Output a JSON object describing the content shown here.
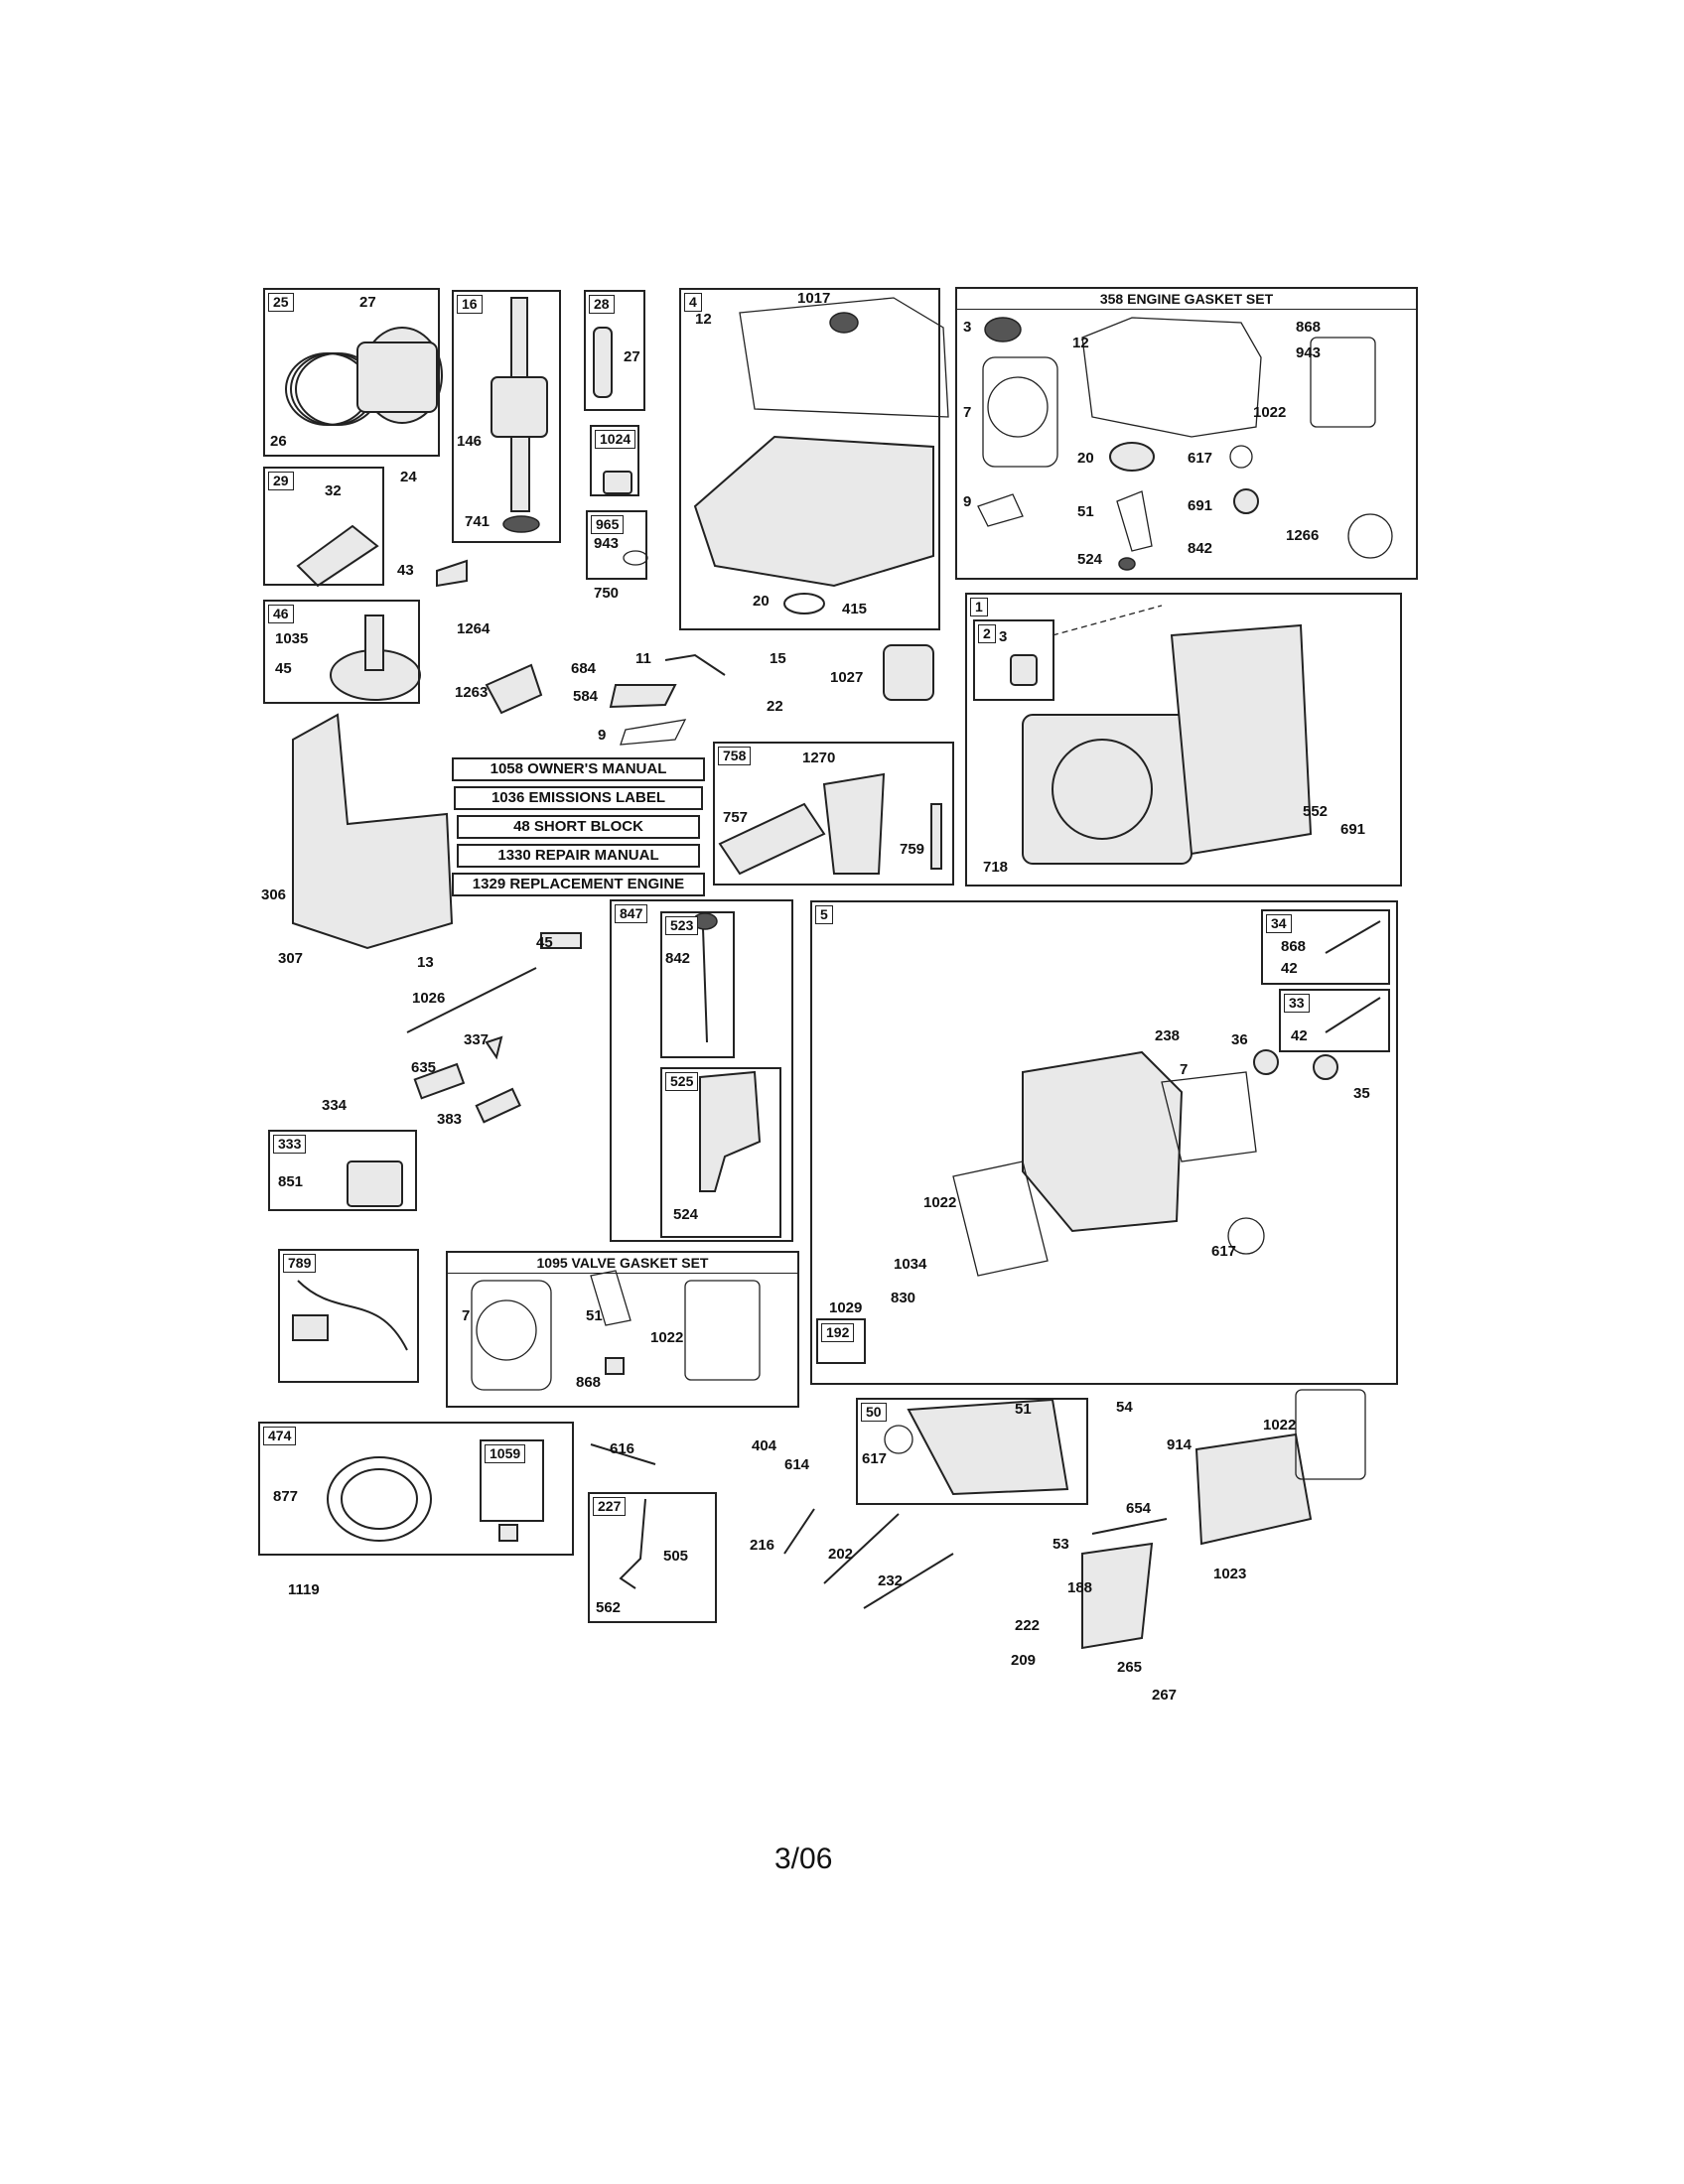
{
  "diagram": {
    "groups": [
      {
        "id": "g25",
        "tag": "25"
      },
      {
        "id": "g16",
        "tag": "16"
      },
      {
        "id": "g28",
        "tag": "28"
      },
      {
        "id": "g1024",
        "tag": "1024"
      },
      {
        "id": "g965",
        "tag": "965"
      },
      {
        "id": "g4",
        "tag": "4"
      },
      {
        "id": "g29",
        "tag": "29"
      },
      {
        "id": "g46",
        "tag": "46"
      },
      {
        "id": "g1",
        "tag": "1"
      },
      {
        "id": "g2",
        "tag": "2"
      },
      {
        "id": "g758",
        "tag": "758"
      },
      {
        "id": "g847",
        "tag": "847"
      },
      {
        "id": "g523",
        "tag": "523"
      },
      {
        "id": "g525",
        "tag": "525"
      },
      {
        "id": "g5",
        "tag": "5"
      },
      {
        "id": "g34",
        "tag": "34"
      },
      {
        "id": "g33",
        "tag": "33"
      },
      {
        "id": "g333",
        "tag": "333"
      },
      {
        "id": "g789",
        "tag": "789"
      },
      {
        "id": "g192",
        "tag": "192"
      },
      {
        "id": "g474",
        "tag": "474"
      },
      {
        "id": "g1059",
        "tag": "1059"
      },
      {
        "id": "g227",
        "tag": "227"
      },
      {
        "id": "g50",
        "tag": "50"
      }
    ],
    "sets": {
      "engine_gasket": "358 ENGINE GASKET SET",
      "valve_gasket": "1095 VALVE GASKET SET"
    },
    "kits": [
      "1058 OWNER'S MANUAL",
      "1036 EMISSIONS LABEL",
      "48 SHORT BLOCK",
      "1330 REPAIR MANUAL",
      "1329 REPLACEMENT ENGINE"
    ],
    "callouts": [
      "27",
      "26",
      "146",
      "741",
      "27",
      "943",
      "750",
      "12",
      "1017",
      "20",
      "415",
      "3",
      "12",
      "868",
      "943",
      "7",
      "1022",
      "20",
      "617",
      "9",
      "51",
      "691",
      "524",
      "842",
      "1266",
      "32",
      "24",
      "43",
      "1264",
      "1035",
      "45",
      "1263",
      "684",
      "11",
      "584",
      "9",
      "15",
      "22",
      "1027",
      "3",
      "552",
      "691",
      "718",
      "1270",
      "757",
      "759",
      "306",
      "307",
      "13",
      "45",
      "1026",
      "337",
      "635",
      "383",
      "334",
      "851",
      "842",
      "524",
      "868",
      "42",
      "42",
      "238",
      "36",
      "35",
      "7",
      "1022",
      "617",
      "1034",
      "830",
      "1029",
      "7",
      "51",
      "1022",
      "868",
      "877",
      "1119",
      "616",
      "404",
      "614",
      "505",
      "562",
      "216",
      "202",
      "232",
      "617",
      "51",
      "54",
      "914",
      "1022",
      "654",
      "53",
      "188",
      "1023",
      "222",
      "209",
      "265",
      "267"
    ],
    "page_number": "3/06"
  }
}
